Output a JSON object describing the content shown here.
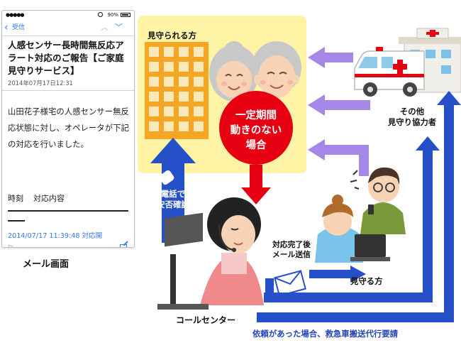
{
  "phone": {
    "signal": "●●●●●",
    "battery_pct": "90%",
    "back_label": "受信",
    "subject": "人感センサー長時間無反応アラート対応のご報告【ご家庭見守りサービス】",
    "date": "2014年07月17日12:31",
    "body": "山田花子様宅の人感センサー無反応状態に対し、オペレータが下記の対応を行いました。",
    "table_header": [
      "時刻",
      "対応内容"
    ],
    "table_row": "2014/07/17 11:39:48 対応開",
    "caption": "メール画面"
  },
  "diagram": {
    "watched_label": "見守られる方",
    "alert_text": "一定期間動きのない場合",
    "other_label": "その他\n見守り協力者",
    "call_label": "電話で\n安否確認",
    "done_label": "対応完了後\nメール送信",
    "watcher_label": "見守る方",
    "center_label": "コールセンター",
    "request_label": "依頼があった場合、救急車搬送代行要請"
  },
  "colors": {
    "panel_yellow": "#fff3a6",
    "building_orange": "#f5a623",
    "alert_red": "#e60012",
    "arrow_blue": "#2650c8",
    "arrow_purple": "#a487e6",
    "ios_blue": "#3478f6"
  }
}
